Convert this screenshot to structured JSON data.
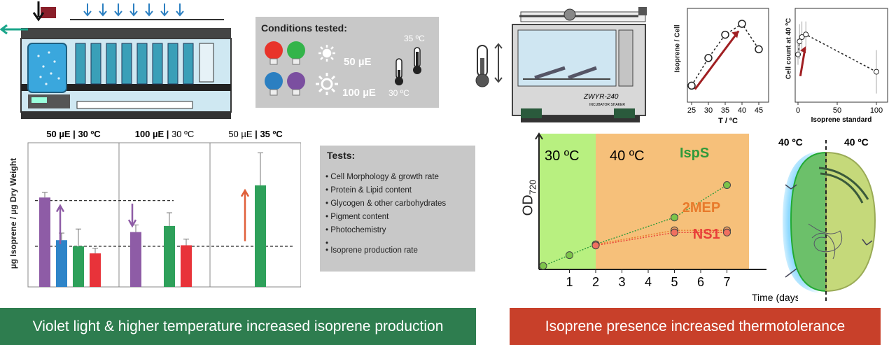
{
  "conditions": {
    "title": "Conditions tested:",
    "light_low": "50 µE",
    "light_high": "100 µE",
    "temp_high": "35 ºC",
    "temp_low": "30 ºC",
    "bulb_colors": [
      "#e8332a",
      "#33b44a",
      "#2b7fc1",
      "#7b4fa0"
    ]
  },
  "tests": {
    "title": "Tests:",
    "items": [
      "Cell Morphology & growth rate",
      "Protein & Lipid content",
      "Glycogen & other carbohydrates",
      "Pigment content",
      "Photochemistry"
    ],
    "extra": "Isoprene production rate"
  },
  "banners": {
    "left": "Violet light & higher temperature increased isoprene production",
    "right": "Isoprene presence increased thermotolerance",
    "left_color": "#2e7d4f",
    "right_color": "#c8402a"
  },
  "shaker": {
    "model": "ZWYR-240",
    "label": "INCUBATOR  SHAKER"
  },
  "cell": {
    "label_left": "40 ºC",
    "label_right": "40 ºC"
  },
  "charts": {
    "bars": {
      "type": "bar",
      "ylabel": "µg Isoprene / µg Dry Weight",
      "panels": [
        {
          "label_light": "50 µE",
          "label_temp": "30 ºC",
          "bold_light": true,
          "bold_temp": true,
          "bars": [
            {
              "color": "#8e5ca6",
              "value": 0.88,
              "err": 0.05
            },
            {
              "color": "#2e84c8",
              "value": 0.46,
              "err": 0.07
            },
            {
              "color": "#2ea05a",
              "value": 0.4,
              "err": 0.17
            },
            {
              "color": "#e8333a",
              "value": 0.33,
              "err": 0.05
            }
          ]
        },
        {
          "label_light": "100 µE",
          "label_temp": "30 ºC",
          "bold_light": true,
          "bold_temp": false,
          "bars": [
            {
              "color": "#8e5ca6",
              "value": 0.54,
              "err": 0.07
            },
            {
              "color": null,
              "value": 0,
              "err": 0
            },
            {
              "color": "#2ea05a",
              "value": 0.6,
              "err": 0.13
            },
            {
              "color": "#e8333a",
              "value": 0.41,
              "err": 0.06
            }
          ]
        },
        {
          "label_light": "50 µE",
          "label_temp": "35 ºC",
          "bold_light": false,
          "bold_temp": true,
          "bars": [
            {
              "color": null,
              "value": 0,
              "err": 0
            },
            {
              "color": null,
              "value": 0,
              "err": 0
            },
            {
              "color": "#2ea05a",
              "value": 1.0,
              "err": 0.32
            },
            {
              "color": null,
              "value": 0,
              "err": 0
            }
          ]
        }
      ],
      "ref_high": 0.85,
      "ref_low": 0.4
    },
    "isoprene_cell": {
      "type": "scatter",
      "ylabel": "Isoprene / Cell",
      "xlabel": "T / ºC",
      "x_ticks": [
        "25",
        "30",
        "35",
        "40",
        "45"
      ],
      "x": [
        25,
        30,
        35,
        40,
        45
      ],
      "y": [
        0.15,
        0.53,
        0.85,
        1.0,
        0.65
      ]
    },
    "cell_count": {
      "type": "scatter",
      "ylabel": "Cell count at 40 ºC",
      "xlabel": "Isoprene standard",
      "x_ticks": [
        "0",
        "50",
        "100"
      ],
      "x": [
        0,
        2,
        5,
        10,
        100
      ],
      "y": [
        0.55,
        0.7,
        0.75,
        0.78,
        0.35
      ],
      "err": [
        0.12,
        0.2,
        0.18,
        0.15,
        0.25
      ]
    },
    "growth": {
      "type": "line",
      "ylabel": "OD",
      "ylabel_sub": "720",
      "xlabel": "Time (days)",
      "x_ticks": [
        "1",
        "2",
        "3",
        "4",
        "5",
        "6",
        "7"
      ],
      "region_low_label": "30 ºC",
      "region_high_label": "40 ºC",
      "series": [
        {
          "name": "IspS",
          "color": "#2f9a3a",
          "point_color": "#7dc54a",
          "x": [
            0,
            1,
            2,
            5,
            7
          ],
          "y": [
            0.0,
            0.1,
            0.2,
            0.45,
            0.75
          ]
        },
        {
          "name": "2MEP",
          "color": "#e87a2b",
          "point_color": "#f0a060",
          "x": [
            2,
            5,
            7
          ],
          "y": [
            0.2,
            0.33,
            0.33
          ]
        },
        {
          "name": "NS1",
          "color": "#e8403a",
          "point_color": "#f07060",
          "x": [
            2,
            5,
            7
          ],
          "y": [
            0.19,
            0.31,
            0.31
          ]
        }
      ]
    }
  }
}
